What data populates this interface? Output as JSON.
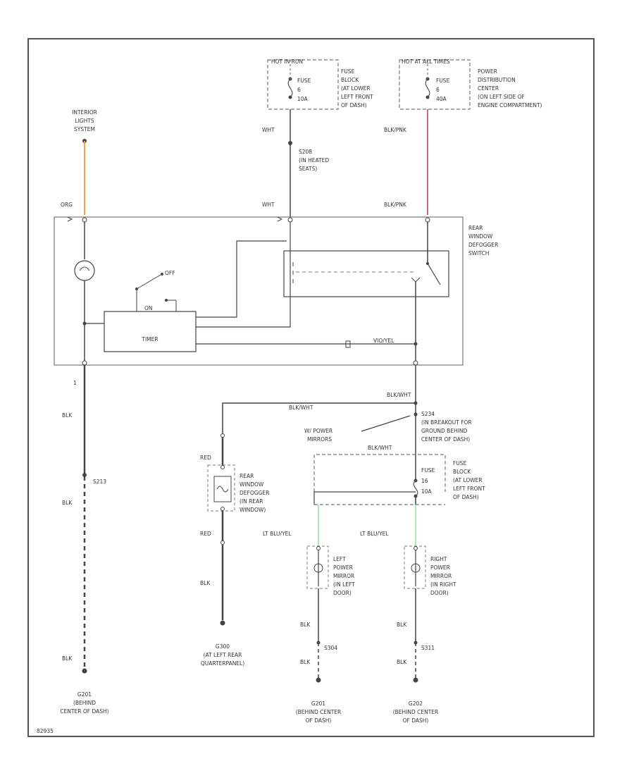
{
  "diagram": {
    "fuse_hot_run": {
      "header": "HOT IN RUN",
      "label_lines": [
        "FUSE",
        "6",
        "10A"
      ],
      "location_lines": [
        "FUSE",
        "BLOCK",
        "(AT LOWER",
        "LEFT FRONT",
        "OF DASH)"
      ]
    },
    "fuse_hot_all_times": {
      "header": "HOT AT ALL TIMES",
      "label_lines": [
        "FUSE",
        "6",
        "40A"
      ],
      "location_lines": [
        "POWER",
        "DISTRIBUTION",
        "CENTER",
        "(ON LEFT SIDE OF",
        "ENGINE COMPARTMENT)"
      ]
    },
    "interior_lights_switch": [
      "INTERIOR",
      "LIGHTS",
      "SYSTEM"
    ],
    "wire_org": "ORG",
    "wire_wht_1": "WHT",
    "wire_wht_2": "WHT",
    "wire_blk_pnk_1": "BLK/PNK",
    "wire_blk_pnk_2": "BLK/PNK",
    "splice_s208": [
      "S208",
      "(IN HEATED",
      "SEATS)"
    ],
    "switch_label": [
      "REAR",
      "WINDOW",
      "DEFOGGER",
      "SWITCH"
    ],
    "timer_label": "TIMER",
    "on_label": "ON",
    "off_label": "OFF",
    "wire_vio_yel": "VIO/YEL",
    "pin_1": "1",
    "wire_blk_wht_top": "BLK/WHT",
    "wire_blk_wht_left": "BLK/WHT",
    "splice_s234": [
      "S234",
      "(IN BREAKOUT FOR",
      "GROUND BEHIND",
      "CENTER OF DASH)"
    ],
    "power_mirrors_label": [
      "W/ POWER",
      "MIRRORS"
    ],
    "wire_blk_wht_mid": "BLK/WHT",
    "fuse_mirror": {
      "label_lines": [
        "FUSE",
        "16",
        "10A"
      ],
      "location_lines": [
        "FUSE",
        "BLOCK",
        "(AT LOWER",
        "LEFT FRONT",
        "OF DASH)"
      ]
    },
    "wire_red_1": "RED",
    "wire_red_2": "RED",
    "defogger_grid_label": [
      "REAR",
      "WINDOW",
      "DEFOGGER",
      "(IN REAR",
      "WINDOW)"
    ],
    "wire_lt_blu_yel_1": "LT BLU/YEL",
    "wire_lt_blu_yel_2": "LT BLU/YEL",
    "left_mirror_label": [
      "LEFT",
      "POWER",
      "MIRROR",
      "(IN LEFT",
      "DOOR)"
    ],
    "right_mirror_label": [
      "RIGHT",
      "POWER",
      "MIRROR",
      "(IN RIGHT",
      "DOOR)"
    ],
    "wire_blk_left_1": "BLK",
    "splice_s213": "S213",
    "wire_blk_left_2": "BLK",
    "wire_blk_left_3": "BLK",
    "wire_blk_grid": "BLK",
    "wire_blk_lm_1": "BLK",
    "wire_blk_lm_2": "BLK",
    "wire_blk_rm_1": "BLK",
    "wire_blk_rm_2": "BLK",
    "splice_s304": "S304",
    "splice_s311": "S311",
    "ground_g201": [
      "G201",
      "(BEHIND",
      "CENTER OF DASH)"
    ],
    "ground_g300": [
      "G300",
      "(AT LEFT REAR",
      "QUARTERPANEL)"
    ],
    "ground_g201b": [
      "G201",
      "(BEHIND CENTER",
      "OF DASH)"
    ],
    "ground_g202": [
      "G202",
      "(BEHIND CENTER",
      "OF DASH)"
    ],
    "figure_code": "82935",
    "colors": {
      "org_wire": "#f0a040",
      "pnk_wire": "#c86a8a",
      "grn_wire": "#8fe0a0",
      "line": "#444444",
      "dash": "#777777"
    }
  }
}
